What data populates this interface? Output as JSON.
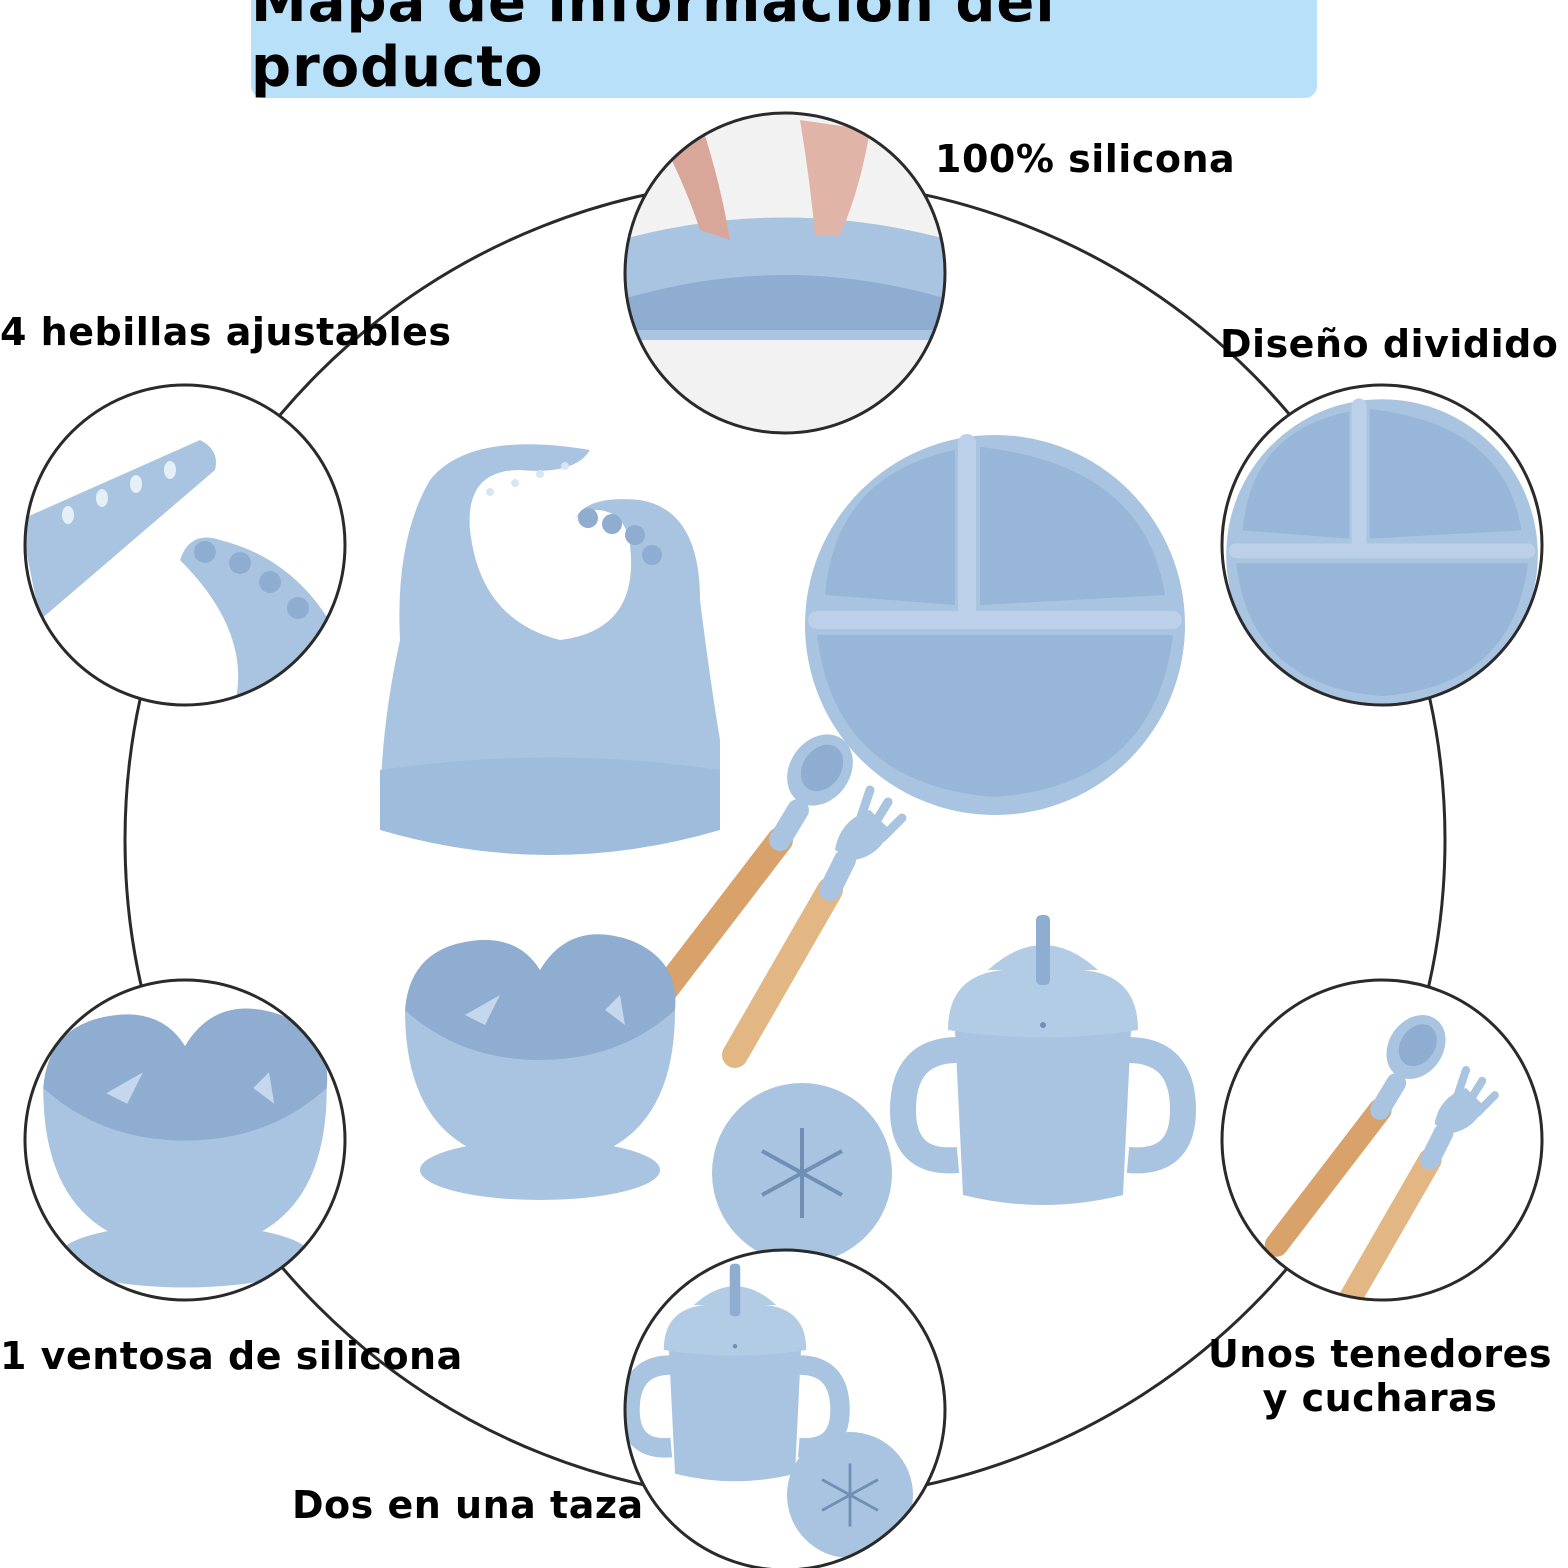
{
  "header": {
    "title": "Mapa de información del producto",
    "background": "#b8e0f8"
  },
  "features": [
    {
      "label": "100% silicona",
      "icon": "plate-close-up-hands-icon"
    },
    {
      "label": "4 hebillas ajustables",
      "icon": "bib-buckles-icon"
    },
    {
      "label": "Diseño dividido",
      "icon": "divided-plate-icon"
    },
    {
      "label": "1 ventosa de silicona",
      "icon": "suction-bowl-icon"
    },
    {
      "label_line1": "Unos tenedores",
      "label_line2": "y cucharas",
      "icon": "spoon-fork-icon"
    },
    {
      "label": "Dos en una taza",
      "icon": "sippy-cup-lid-icon"
    }
  ],
  "colors": {
    "silicone": "#a9c4e0",
    "silicone_dark": "#8eadd0",
    "silicone_light": "#c4d7ec",
    "wood": "#d9a26a",
    "outline": "#2a2a2a"
  }
}
